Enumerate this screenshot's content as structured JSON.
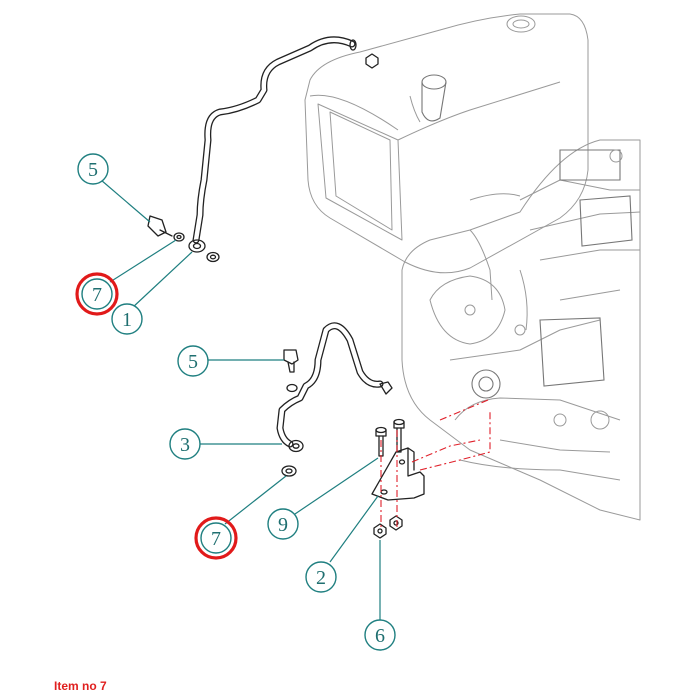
{
  "caption": "Item no 7",
  "callouts": [
    {
      "id": "c5a",
      "label": "5"
    },
    {
      "id": "c7a",
      "label": "7",
      "highlighted": true
    },
    {
      "id": "c1",
      "label": "1"
    },
    {
      "id": "c5b",
      "label": "5"
    },
    {
      "id": "c3",
      "label": "3"
    },
    {
      "id": "c7b",
      "label": "7",
      "highlighted": true
    },
    {
      "id": "c9",
      "label": "9"
    },
    {
      "id": "c2",
      "label": "2"
    },
    {
      "id": "c6",
      "label": "6"
    }
  ],
  "colors": {
    "callout": "#1f7f80",
    "highlight": "#e11a1a",
    "caption": "#e0201f",
    "centerline": "#e0202a"
  }
}
